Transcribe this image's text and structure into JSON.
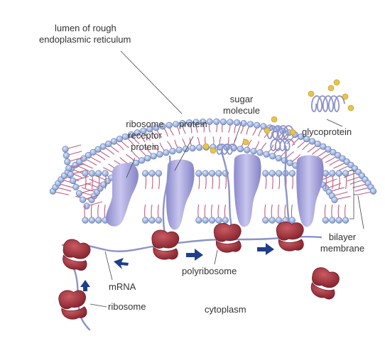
{
  "labels": {
    "lumen_line1": "lumen of rough",
    "lumen_line2": "endoplasmic reticulum",
    "ribosome_receptor_line1": "ribosome",
    "ribosome_receptor_line2": "receptor",
    "ribosome_receptor_line3": "protein",
    "protein": "protein",
    "sugar_line1": "sugar",
    "sugar_line2": "molecule",
    "glycoprotein": "glycoprotein",
    "bilayer_line1": "bilayer",
    "bilayer_line2": "membrane",
    "mrna": "mRNA",
    "polyribosome": "polyribosome",
    "ribosome": "ribosome",
    "cytoplasm": "cytoplasm"
  },
  "colors": {
    "lipid_head": "#8fa6d6",
    "lipid_head_stroke": "#5f78b4",
    "lipid_tail": "#c25c7e",
    "receptor_protein": "#a9a6dc",
    "ribosome": "#a3353f",
    "mrna": "#8c93c9",
    "sugar": "#e8c44a",
    "arrow": "#1f3f8a",
    "text": "#333333"
  }
}
